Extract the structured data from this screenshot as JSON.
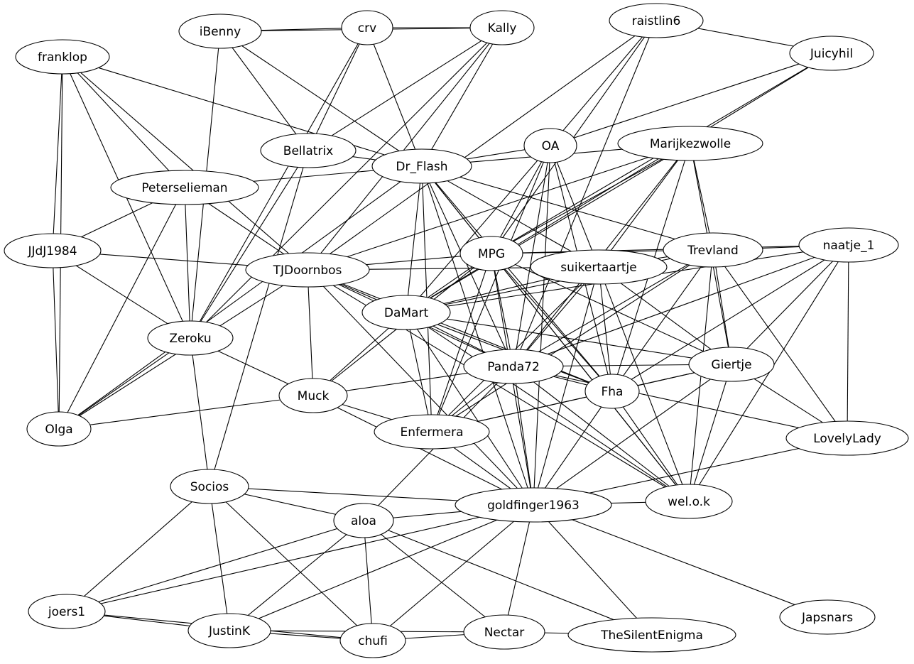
{
  "nodes": [
    {
      "id": "iBenny",
      "label": "iBenny"
    },
    {
      "id": "crv",
      "label": "crv"
    },
    {
      "id": "Kally",
      "label": "Kally"
    },
    {
      "id": "raistlin6",
      "label": "raistlin6"
    },
    {
      "id": "Juicyhil",
      "label": "Juicyhil"
    },
    {
      "id": "franklop",
      "label": "franklop"
    },
    {
      "id": "Bellatrix",
      "label": "Bellatrix"
    },
    {
      "id": "OA",
      "label": "OA"
    },
    {
      "id": "Marijkezwolle",
      "label": "Marijkezwolle"
    },
    {
      "id": "Dr_Flash",
      "label": "Dr_Flash"
    },
    {
      "id": "Peterselieman",
      "label": "Peterselieman"
    },
    {
      "id": "JJdJ1984",
      "label": "JJdJ1984"
    },
    {
      "id": "MPG",
      "label": "MPG"
    },
    {
      "id": "Trevland",
      "label": "Trevland"
    },
    {
      "id": "naatje_1",
      "label": "naatje_1"
    },
    {
      "id": "suikertaartje",
      "label": "suikertaartje"
    },
    {
      "id": "TJDoornbos",
      "label": "TJDoornbos"
    },
    {
      "id": "DaMart",
      "label": "DaMart"
    },
    {
      "id": "Zeroku",
      "label": "Zeroku"
    },
    {
      "id": "Giertje",
      "label": "Giertje"
    },
    {
      "id": "Panda72",
      "label": "Panda72"
    },
    {
      "id": "Fha",
      "label": "Fha"
    },
    {
      "id": "Muck",
      "label": "Muck"
    },
    {
      "id": "Olga",
      "label": "Olga"
    },
    {
      "id": "Enfermera",
      "label": "Enfermera"
    },
    {
      "id": "LovelyLady",
      "label": "LovelyLady"
    },
    {
      "id": "Socios",
      "label": "Socios"
    },
    {
      "id": "goldfinger1963",
      "label": "goldfinger1963"
    },
    {
      "id": "wel.o.k",
      "label": "wel.o.k"
    },
    {
      "id": "aloa",
      "label": "aloa"
    },
    {
      "id": "joers1",
      "label": "joers1"
    },
    {
      "id": "JustinK",
      "label": "JustinK"
    },
    {
      "id": "chufi",
      "label": "chufi"
    },
    {
      "id": "Nectar",
      "label": "Nectar"
    },
    {
      "id": "TheSilentEnigma",
      "label": "TheSilentEnigma"
    },
    {
      "id": "Japsnars",
      "label": "Japsnars"
    }
  ],
  "edges": [
    [
      "iBenny",
      "crv"
    ],
    [
      "iBenny",
      "Kally"
    ],
    [
      "crv",
      "Kally"
    ],
    [
      "iBenny",
      "Bellatrix"
    ],
    [
      "iBenny",
      "Dr_Flash"
    ],
    [
      "iBenny",
      "Zeroku"
    ],
    [
      "crv",
      "Bellatrix"
    ],
    [
      "crv",
      "Dr_Flash"
    ],
    [
      "crv",
      "Zeroku"
    ],
    [
      "Kally",
      "Bellatrix"
    ],
    [
      "Kally",
      "Dr_Flash"
    ],
    [
      "Kally",
      "TJDoornbos"
    ],
    [
      "Kally",
      "Zeroku"
    ],
    [
      "raistlin6",
      "Juicyhil"
    ],
    [
      "raistlin6",
      "OA"
    ],
    [
      "raistlin6",
      "TJDoornbos"
    ],
    [
      "raistlin6",
      "MPG"
    ],
    [
      "raistlin6",
      "Panda72"
    ],
    [
      "Juicyhil",
      "OA"
    ],
    [
      "Juicyhil",
      "MPG"
    ],
    [
      "Juicyhil",
      "DaMart"
    ],
    [
      "franklop",
      "JJdJ1984"
    ],
    [
      "franklop",
      "Peterselieman"
    ],
    [
      "franklop",
      "Zeroku"
    ],
    [
      "franklop",
      "Olga"
    ],
    [
      "franklop",
      "TJDoornbos"
    ],
    [
      "franklop",
      "Dr_Flash"
    ],
    [
      "Bellatrix",
      "Dr_Flash"
    ],
    [
      "Bellatrix",
      "Zeroku"
    ],
    [
      "OA",
      "Dr_Flash"
    ],
    [
      "OA",
      "MPG"
    ],
    [
      "OA",
      "suikertaartje"
    ],
    [
      "OA",
      "DaMart"
    ],
    [
      "OA",
      "Panda72"
    ],
    [
      "OA",
      "Enfermera"
    ],
    [
      "OA",
      "goldfinger1963"
    ],
    [
      "OA",
      "Fha"
    ],
    [
      "Marijkezwolle",
      "Dr_Flash"
    ],
    [
      "Marijkezwolle",
      "MPG"
    ],
    [
      "Marijkezwolle",
      "Trevland"
    ],
    [
      "Marijkezwolle",
      "suikertaartje"
    ],
    [
      "Marijkezwolle",
      "TJDoornbos"
    ],
    [
      "Marijkezwolle",
      "DaMart"
    ],
    [
      "Marijkezwolle",
      "Fha"
    ],
    [
      "Marijkezwolle",
      "Giertje"
    ],
    [
      "Marijkezwolle",
      "Panda72"
    ],
    [
      "Dr_Flash",
      "Peterselieman"
    ],
    [
      "Dr_Flash",
      "MPG"
    ],
    [
      "Dr_Flash",
      "Trevland"
    ],
    [
      "Dr_Flash",
      "suikertaartje"
    ],
    [
      "Dr_Flash",
      "DaMart"
    ],
    [
      "Dr_Flash",
      "Panda72"
    ],
    [
      "Dr_Flash",
      "Fha"
    ],
    [
      "Dr_Flash",
      "Enfermera"
    ],
    [
      "Dr_Flash",
      "goldfinger1963"
    ],
    [
      "Dr_Flash",
      "wel.o.k"
    ],
    [
      "Dr_Flash",
      "Olga"
    ],
    [
      "Peterselieman",
      "JJdJ1984"
    ],
    [
      "Peterselieman",
      "TJDoornbos"
    ],
    [
      "Peterselieman",
      "Zeroku"
    ],
    [
      "Peterselieman",
      "Olga"
    ],
    [
      "JJdJ1984",
      "TJDoornbos"
    ],
    [
      "JJdJ1984",
      "Zeroku"
    ],
    [
      "JJdJ1984",
      "Olga"
    ],
    [
      "MPG",
      "TJDoornbos"
    ],
    [
      "MPG",
      "Trevland"
    ],
    [
      "MPG",
      "naatje_1"
    ],
    [
      "MPG",
      "DaMart"
    ],
    [
      "MPG",
      "Panda72"
    ],
    [
      "MPG",
      "Fha"
    ],
    [
      "MPG",
      "Giertje"
    ],
    [
      "MPG",
      "Enfermera"
    ],
    [
      "MPG",
      "goldfinger1963"
    ],
    [
      "MPG",
      "wel.o.k"
    ],
    [
      "MPG",
      "Muck"
    ],
    [
      "Trevland",
      "naatje_1"
    ],
    [
      "Trevland",
      "suikertaartje"
    ],
    [
      "Trevland",
      "DaMart"
    ],
    [
      "Trevland",
      "Panda72"
    ],
    [
      "Trevland",
      "Giertje"
    ],
    [
      "Trevland",
      "Fha"
    ],
    [
      "Trevland",
      "LovelyLady"
    ],
    [
      "Trevland",
      "wel.o.k"
    ],
    [
      "Trevland",
      "Enfermera"
    ],
    [
      "naatje_1",
      "DaMart"
    ],
    [
      "naatje_1",
      "Panda72"
    ],
    [
      "naatje_1",
      "Giertje"
    ],
    [
      "naatje_1",
      "Fha"
    ],
    [
      "naatje_1",
      "LovelyLady"
    ],
    [
      "naatje_1",
      "wel.o.k"
    ],
    [
      "suikertaartje",
      "TJDoornbos"
    ],
    [
      "suikertaartje",
      "DaMart"
    ],
    [
      "suikertaartje",
      "Panda72"
    ],
    [
      "suikertaartje",
      "Fha"
    ],
    [
      "suikertaartje",
      "Giertje"
    ],
    [
      "suikertaartje",
      "goldfinger1963"
    ],
    [
      "suikertaartje",
      "wel.o.k"
    ],
    [
      "suikertaartje",
      "Enfermera"
    ],
    [
      "TJDoornbos",
      "DaMart"
    ],
    [
      "TJDoornbos",
      "Muck"
    ],
    [
      "TJDoornbos",
      "Olga"
    ],
    [
      "TJDoornbos",
      "Panda72"
    ],
    [
      "TJDoornbos",
      "Fha"
    ],
    [
      "TJDoornbos",
      "goldfinger1963"
    ],
    [
      "TJDoornbos",
      "wel.o.k"
    ],
    [
      "DaMart",
      "Panda72"
    ],
    [
      "DaMart",
      "Fha"
    ],
    [
      "DaMart",
      "Giertje"
    ],
    [
      "DaMart",
      "Enfermera"
    ],
    [
      "DaMart",
      "Muck"
    ],
    [
      "DaMart",
      "goldfinger1963"
    ],
    [
      "DaMart",
      "wel.o.k"
    ],
    [
      "Zeroku",
      "Muck"
    ],
    [
      "Zeroku",
      "Olga"
    ],
    [
      "Zeroku",
      "Socios"
    ],
    [
      "Giertje",
      "Panda72"
    ],
    [
      "Giertje",
      "Fha"
    ],
    [
      "Giertje",
      "LovelyLady"
    ],
    [
      "Giertje",
      "goldfinger1963"
    ],
    [
      "Giertje",
      "wel.o.k"
    ],
    [
      "Giertje",
      "Enfermera"
    ],
    [
      "Panda72",
      "Fha"
    ],
    [
      "Panda72",
      "Enfermera"
    ],
    [
      "Panda72",
      "Muck"
    ],
    [
      "Panda72",
      "goldfinger1963"
    ],
    [
      "Panda72",
      "wel.o.k"
    ],
    [
      "Panda72",
      "LovelyLady"
    ],
    [
      "Panda72",
      "aloa"
    ],
    [
      "Fha",
      "Enfermera"
    ],
    [
      "Fha",
      "goldfinger1963"
    ],
    [
      "Fha",
      "wel.o.k"
    ],
    [
      "Muck",
      "Enfermera"
    ],
    [
      "Muck",
      "Olga"
    ],
    [
      "Muck",
      "goldfinger1963"
    ],
    [
      "Enfermera",
      "goldfinger1963"
    ],
    [
      "LovelyLady",
      "goldfinger1963"
    ],
    [
      "Socios",
      "goldfinger1963"
    ],
    [
      "Socios",
      "aloa"
    ],
    [
      "Socios",
      "joers1"
    ],
    [
      "Socios",
      "JustinK"
    ],
    [
      "Socios",
      "chufi"
    ],
    [
      "Socios",
      "Bellatrix"
    ],
    [
      "goldfinger1963",
      "wel.o.k"
    ],
    [
      "goldfinger1963",
      "aloa"
    ],
    [
      "goldfinger1963",
      "joers1"
    ],
    [
      "goldfinger1963",
      "JustinK"
    ],
    [
      "goldfinger1963",
      "chufi"
    ],
    [
      "goldfinger1963",
      "Nectar"
    ],
    [
      "goldfinger1963",
      "TheSilentEnigma"
    ],
    [
      "goldfinger1963",
      "Japsnars"
    ],
    [
      "aloa",
      "joers1"
    ],
    [
      "aloa",
      "JustinK"
    ],
    [
      "aloa",
      "chufi"
    ],
    [
      "aloa",
      "Nectar"
    ],
    [
      "aloa",
      "TheSilentEnigma"
    ],
    [
      "joers1",
      "JustinK"
    ],
    [
      "joers1",
      "chufi"
    ],
    [
      "JustinK",
      "chufi"
    ],
    [
      "JustinK",
      "Nectar"
    ],
    [
      "chufi",
      "Nectar"
    ],
    [
      "Nectar",
      "TheSilentEnigma"
    ]
  ]
}
